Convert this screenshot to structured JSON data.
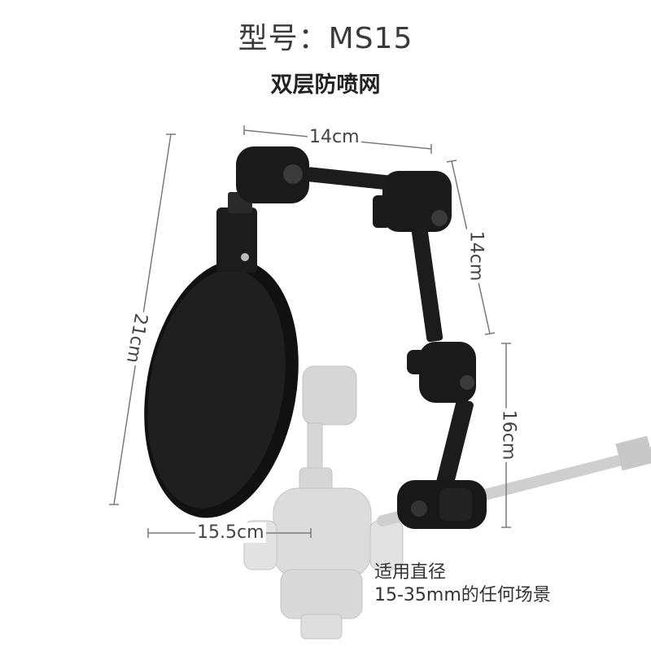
{
  "header": {
    "model_line": "型号：MS15",
    "product_name": "双层防喷网"
  },
  "dimensions": {
    "top_arm": "14cm",
    "right_upper": "14cm",
    "right_lower": "16cm",
    "height": "21cm",
    "width": "15.5cm"
  },
  "note": {
    "line1": "适用直径",
    "line2": "15-35mm的任何场景"
  },
  "colors": {
    "product": "#1c1c1c",
    "ghost_mic": "#cfcfcf",
    "dimension_line": "#7a7a7a"
  }
}
